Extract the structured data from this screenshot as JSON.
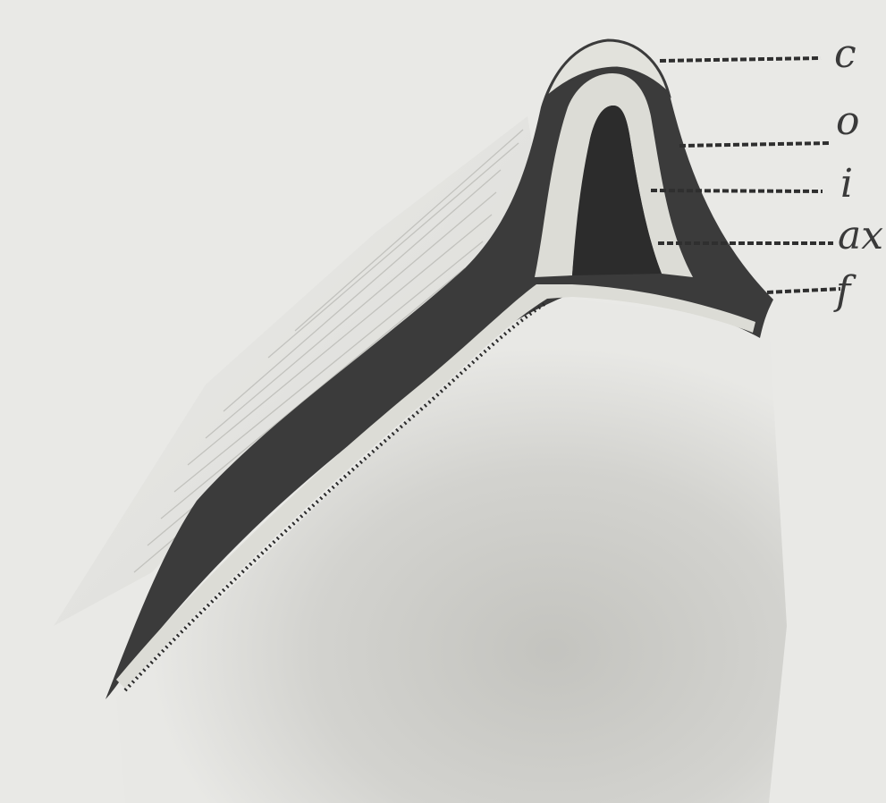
{
  "figure": {
    "labels": [
      {
        "id": "c",
        "text": "c"
      },
      {
        "id": "o",
        "text": "o"
      },
      {
        "id": "i",
        "text": "i"
      },
      {
        "id": "ax",
        "text": "ax"
      },
      {
        "id": "f",
        "text": "f"
      }
    ],
    "colors": {
      "paper": "#e6e6e3",
      "dark_tissue": "#3b3b3b",
      "light_layer": "#dcdcd6",
      "core": "#2c2c2c",
      "shadow": "#b9b9b5"
    }
  }
}
